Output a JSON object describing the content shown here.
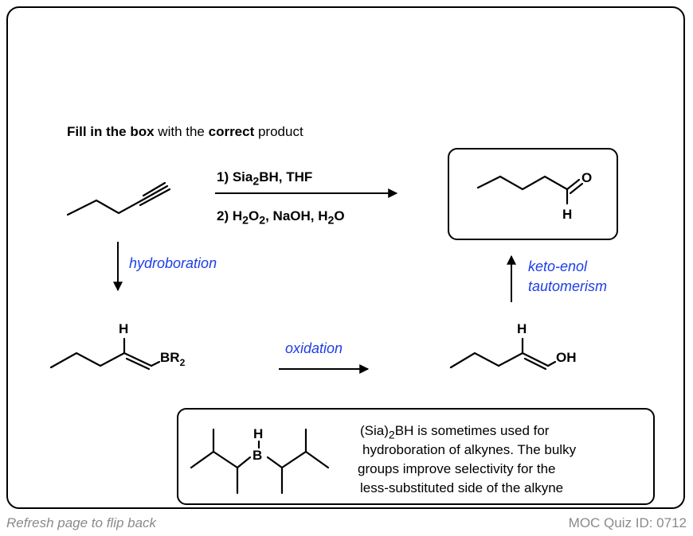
{
  "prompt": {
    "part1": "Fill in the box",
    "part2": " with the ",
    "part3": "correct",
    "part4": " product"
  },
  "reagents": {
    "step1_a": "1) Sia",
    "step1_sub": "2",
    "step1_b": "BH, THF",
    "step2_a": "2) H",
    "step2_sub1": "2",
    "step2_b": "O",
    "step2_sub2": "2",
    "step2_c": ", NaOH, H",
    "step2_sub3": "2",
    "step2_d": "O"
  },
  "labels": {
    "hydroboration": "hydroboration",
    "oxidation": "oxidation",
    "keto_enol_1": "keto-enol",
    "keto_enol_2": "tautomerism"
  },
  "atoms": {
    "aldehyde_O": "O",
    "aldehyde_H": "H",
    "vinylborane_H": "H",
    "vinylborane_BR": "BR",
    "vinylborane_sub": "2",
    "enol_H": "H",
    "enol_OH": "OH",
    "sia_H": "H",
    "sia_B": "B"
  },
  "note": {
    "line1_a": "(Sia)",
    "line1_sub": "2",
    "line1_b": "BH is sometimes used for",
    "line2": "hydroboration of alkynes. The bulky",
    "line3": "groups improve selectivity for the",
    "line4": "less-substituted side of the alkyne"
  },
  "footer": {
    "left": "Refresh page to flip back",
    "right": "MOC Quiz ID: 0712"
  },
  "colors": {
    "label_blue": "#1d3ee6",
    "footer_gray": "#8a8a8a"
  }
}
